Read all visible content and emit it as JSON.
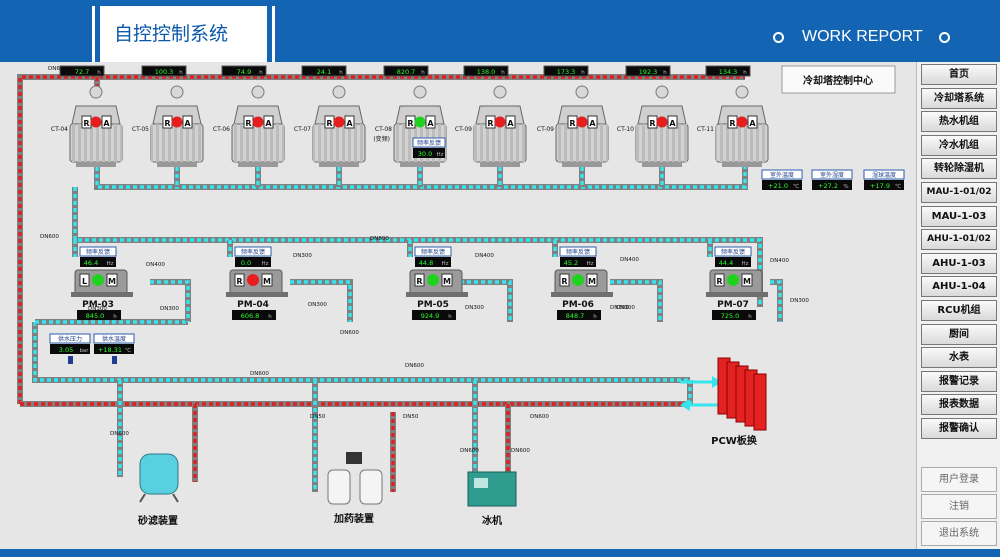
{
  "header": {
    "tab_title": "自控控制系统",
    "report_label": "WORK REPORT"
  },
  "control_center_label": "冷却塔控制中心",
  "nav": [
    "首页",
    "冷却塔系统",
    "热水机组",
    "冷水机组",
    "转轮除湿机",
    "MAU-1-01/02",
    "MAU-1-03",
    "AHU-1-01/02",
    "AHU-1-03",
    "AHU-1-04",
    "RCU机组",
    "厨间",
    "水表",
    "报警记录",
    "报表数据",
    "报警确认"
  ],
  "nav_bottom": [
    "用户登录",
    "注销",
    "退出系统"
  ],
  "top_readings": [
    {
      "value": "72.7",
      "unit": "h"
    },
    {
      "value": "100.3",
      "unit": "h"
    },
    {
      "value": "74.9",
      "unit": "h"
    },
    {
      "value": "24.1",
      "unit": "h"
    },
    {
      "value": "820.7",
      "unit": "h"
    },
    {
      "value": "138.0",
      "unit": "h"
    },
    {
      "value": "173.3",
      "unit": "h"
    },
    {
      "value": "192.3",
      "unit": "h"
    },
    {
      "value": "134.3",
      "unit": "h"
    }
  ],
  "towers": [
    {
      "label": "CT-04",
      "state": "red"
    },
    {
      "label": "CT-05",
      "state": "red"
    },
    {
      "label": "CT-06",
      "state": "red"
    },
    {
      "label": "CT-07",
      "state": "red"
    },
    {
      "label": "CT-08",
      "sub": "(变频)",
      "state": "green",
      "freq_label": "频率反馈",
      "freq_value": "30.0",
      "freq_unit": "Hz"
    },
    {
      "label": "CT-09",
      "state": "red"
    },
    {
      "label": "CT-09",
      "state": "red"
    },
    {
      "label": "CT-10",
      "state": "red"
    },
    {
      "label": "CT-11",
      "state": "red"
    }
  ],
  "ambient": [
    {
      "label": "室外温度",
      "value": "+21.0",
      "unit": "℃"
    },
    {
      "label": "室外湿度",
      "value": "+27.2",
      "unit": "%"
    },
    {
      "label": "湿球温度",
      "value": "+17.9",
      "unit": "℃"
    }
  ],
  "pumps": [
    {
      "name": "PM-03",
      "freq": "46.4",
      "freq_unit": "Hz",
      "mode": "L",
      "state": "green",
      "runtime": "845.0",
      "runtime_unit": "h",
      "freq_label": "频率反馈"
    },
    {
      "name": "PM-04",
      "freq": "0.0",
      "freq_unit": "Hz",
      "mode": "R",
      "state": "red",
      "runtime": "606.8",
      "runtime_unit": "h",
      "freq_label": "频率反馈"
    },
    {
      "name": "PM-05",
      "freq": "44.8",
      "freq_unit": "Hz",
      "mode": "R",
      "state": "green",
      "runtime": "924.9",
      "runtime_unit": "h",
      "freq_label": "频率反馈"
    },
    {
      "name": "PM-06",
      "freq": "45.2",
      "freq_unit": "Hz",
      "mode": "R",
      "state": "green",
      "runtime": "848.7",
      "runtime_unit": "h",
      "freq_label": "频率反馈"
    },
    {
      "name": "PM-07",
      "freq": "44.4",
      "freq_unit": "Hz",
      "mode": "R",
      "state": "green",
      "runtime": "725.0",
      "runtime_unit": "h",
      "freq_label": "频率反馈"
    }
  ],
  "supply": [
    {
      "label": "供水压力",
      "value": "3.05",
      "unit": "bar"
    },
    {
      "label": "供水温度",
      "value": "+18.31",
      "unit": "℃"
    }
  ],
  "pipe_labels": [
    "DN600",
    "DN600",
    "DN300",
    "DN400",
    "DN300",
    "DN300",
    "DN300",
    "DN400",
    "DN400",
    "DN300",
    "DN400",
    "DN300",
    "DN800",
    "DN600",
    "DN600",
    "DN600",
    "DN600",
    "DN50",
    "DN50",
    "DN600",
    "DN600",
    "DN600",
    "DN300",
    "DN300"
  ],
  "equipment": {
    "pcw": "PCW板换",
    "sand_filter": "砂滤装置",
    "dosing": "加药装置",
    "chiller": "冰机"
  },
  "colors": {
    "header": "#1464b4",
    "hot_pipe": "#e02020",
    "cold_pipe": "#35e6ee",
    "run": "#1fd21f",
    "stop": "#e61e1e"
  }
}
